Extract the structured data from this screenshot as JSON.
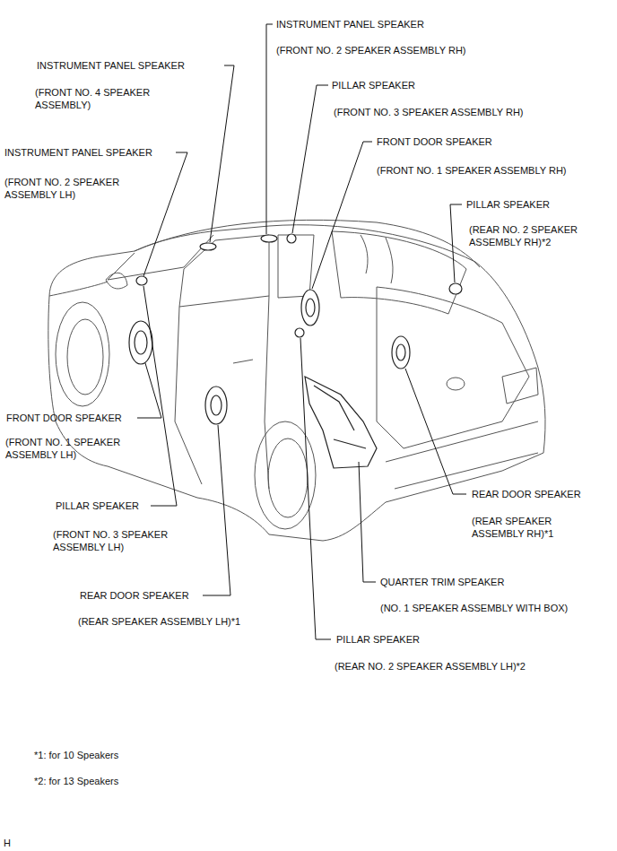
{
  "diagram": {
    "labels": [
      "INSTRUMENT PANEL SPEAKER",
      "(FRONT NO. 2 SPEAKER ASSEMBLY RH)",
      "INSTRUMENT PANEL SPEAKER",
      "(FRONT NO. 4 SPEAKER ASSEMBLY)",
      "PILLAR SPEAKER",
      "(FRONT NO. 3 SPEAKER ASSEMBLY RH)",
      "INSTRUMENT PANEL SPEAKER",
      "(FRONT NO. 2 SPEAKER ASSEMBLY LH)",
      "FRONT DOOR SPEAKER",
      "(FRONT NO. 1 SPEAKER ASSEMBLY RH)",
      "PILLAR SPEAKER",
      "(REAR NO. 2 SPEAKER ASSEMBLY RH)*2",
      "FRONT DOOR SPEAKER",
      "(FRONT NO. 1 SPEAKER ASSEMBLY LH)",
      "REAR DOOR SPEAKER",
      "(REAR SPEAKER ASSEMBLY RH)*1",
      "PILLAR SPEAKER",
      "(FRONT NO. 3 SPEAKER ASSEMBLY LH)",
      "QUARTER TRIM SPEAKER",
      "(NO. 1 SPEAKER ASSEMBLY WITH BOX)",
      "REAR DOOR SPEAKER",
      "(REAR SPEAKER ASSEMBLY LH)*1",
      "PILLAR SPEAKER",
      "(REAR NO. 2 SPEAKER ASSEMBLY LH)*2",
      "*1: for 10 Speakers",
      "*2: for 13 Speakers",
      "H"
    ]
  }
}
